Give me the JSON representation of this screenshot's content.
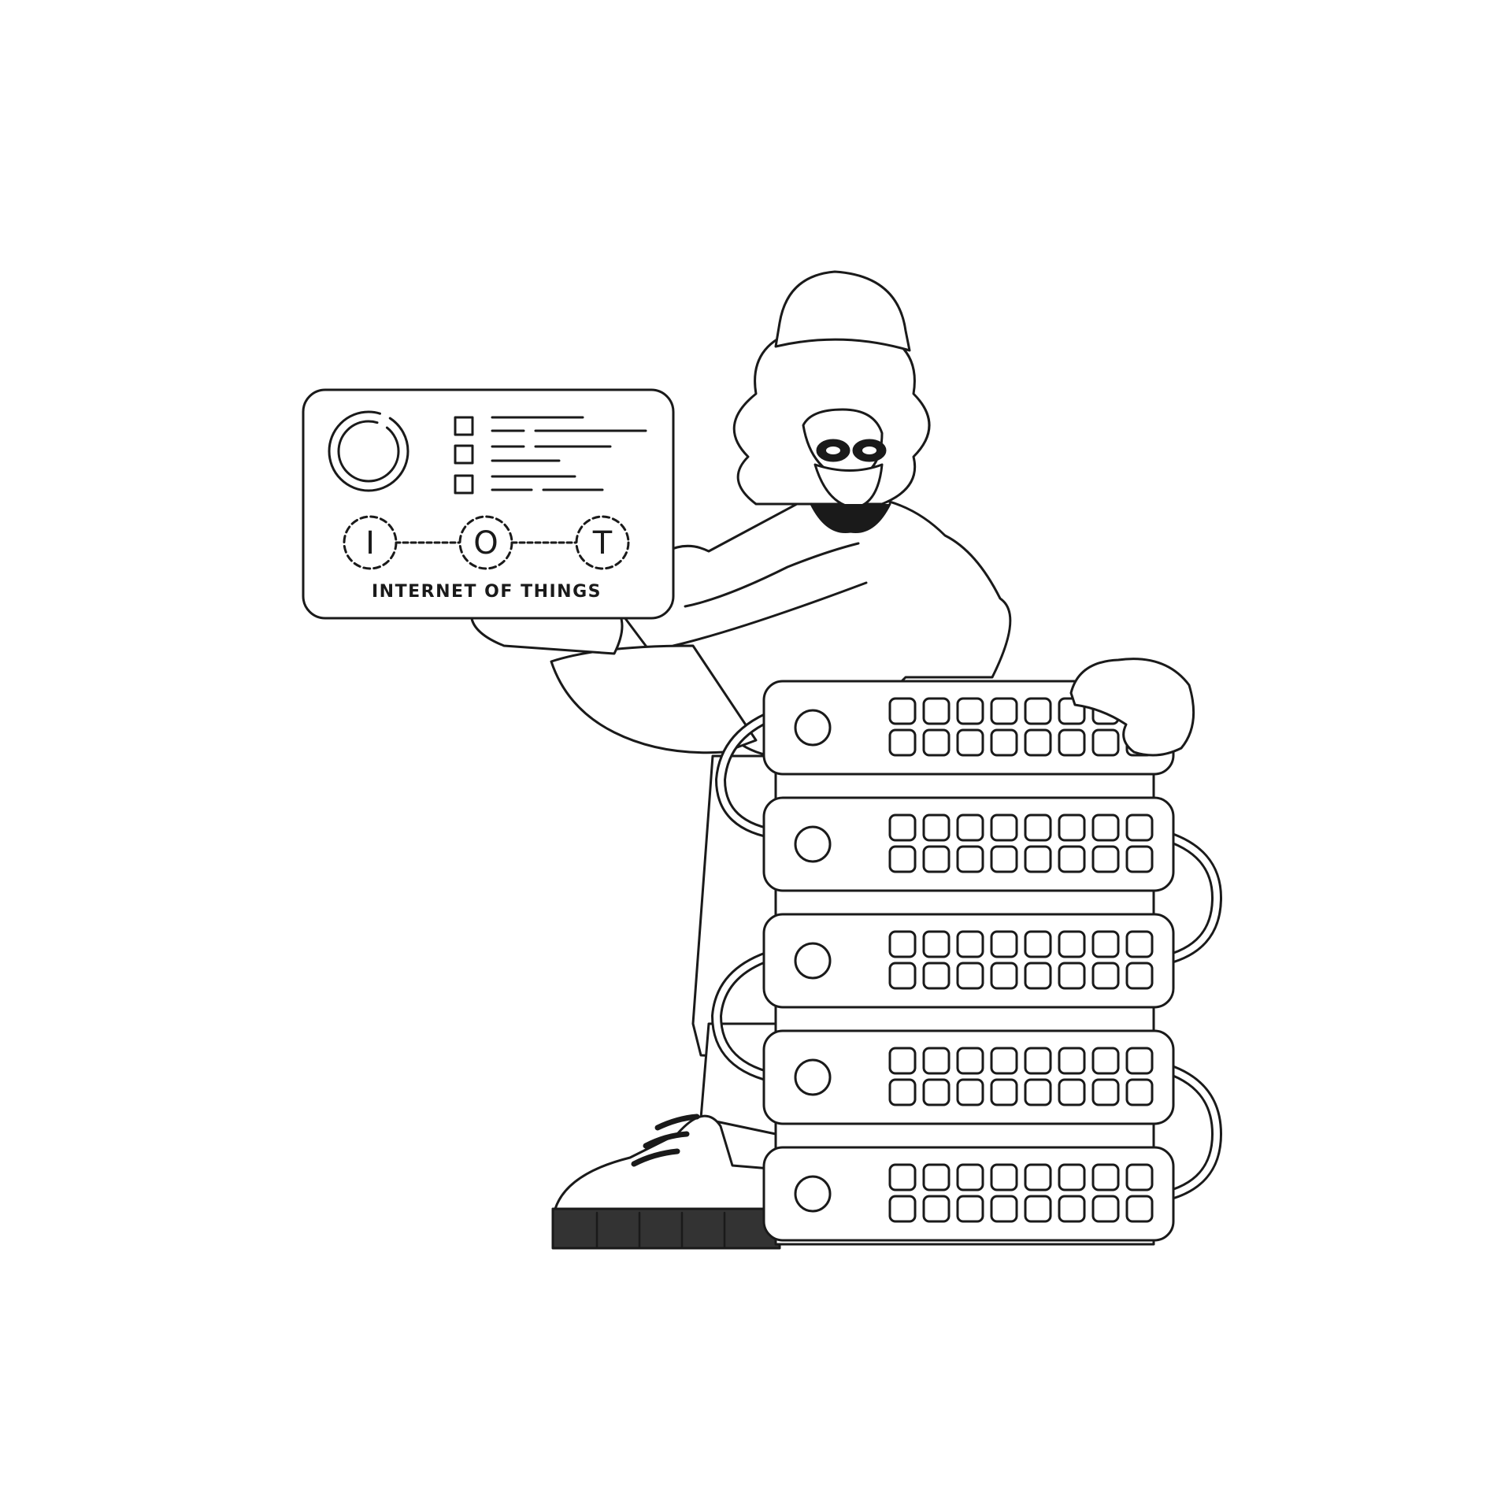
{
  "card": {
    "letters": [
      "I",
      "O",
      "T"
    ],
    "caption": "INTERNET OF THINGS"
  },
  "server_rack": {
    "unit_count": 5,
    "ports_per_row": 8,
    "rows_per_unit": 2
  },
  "colors": {
    "line": "#1a1a1a",
    "fill": "#ffffff",
    "sole": "#333333"
  },
  "icons": [
    "donut-chart-icon",
    "checkbox-icon",
    "server-unit-icon",
    "power-button-icon",
    "network-port-icon"
  ]
}
